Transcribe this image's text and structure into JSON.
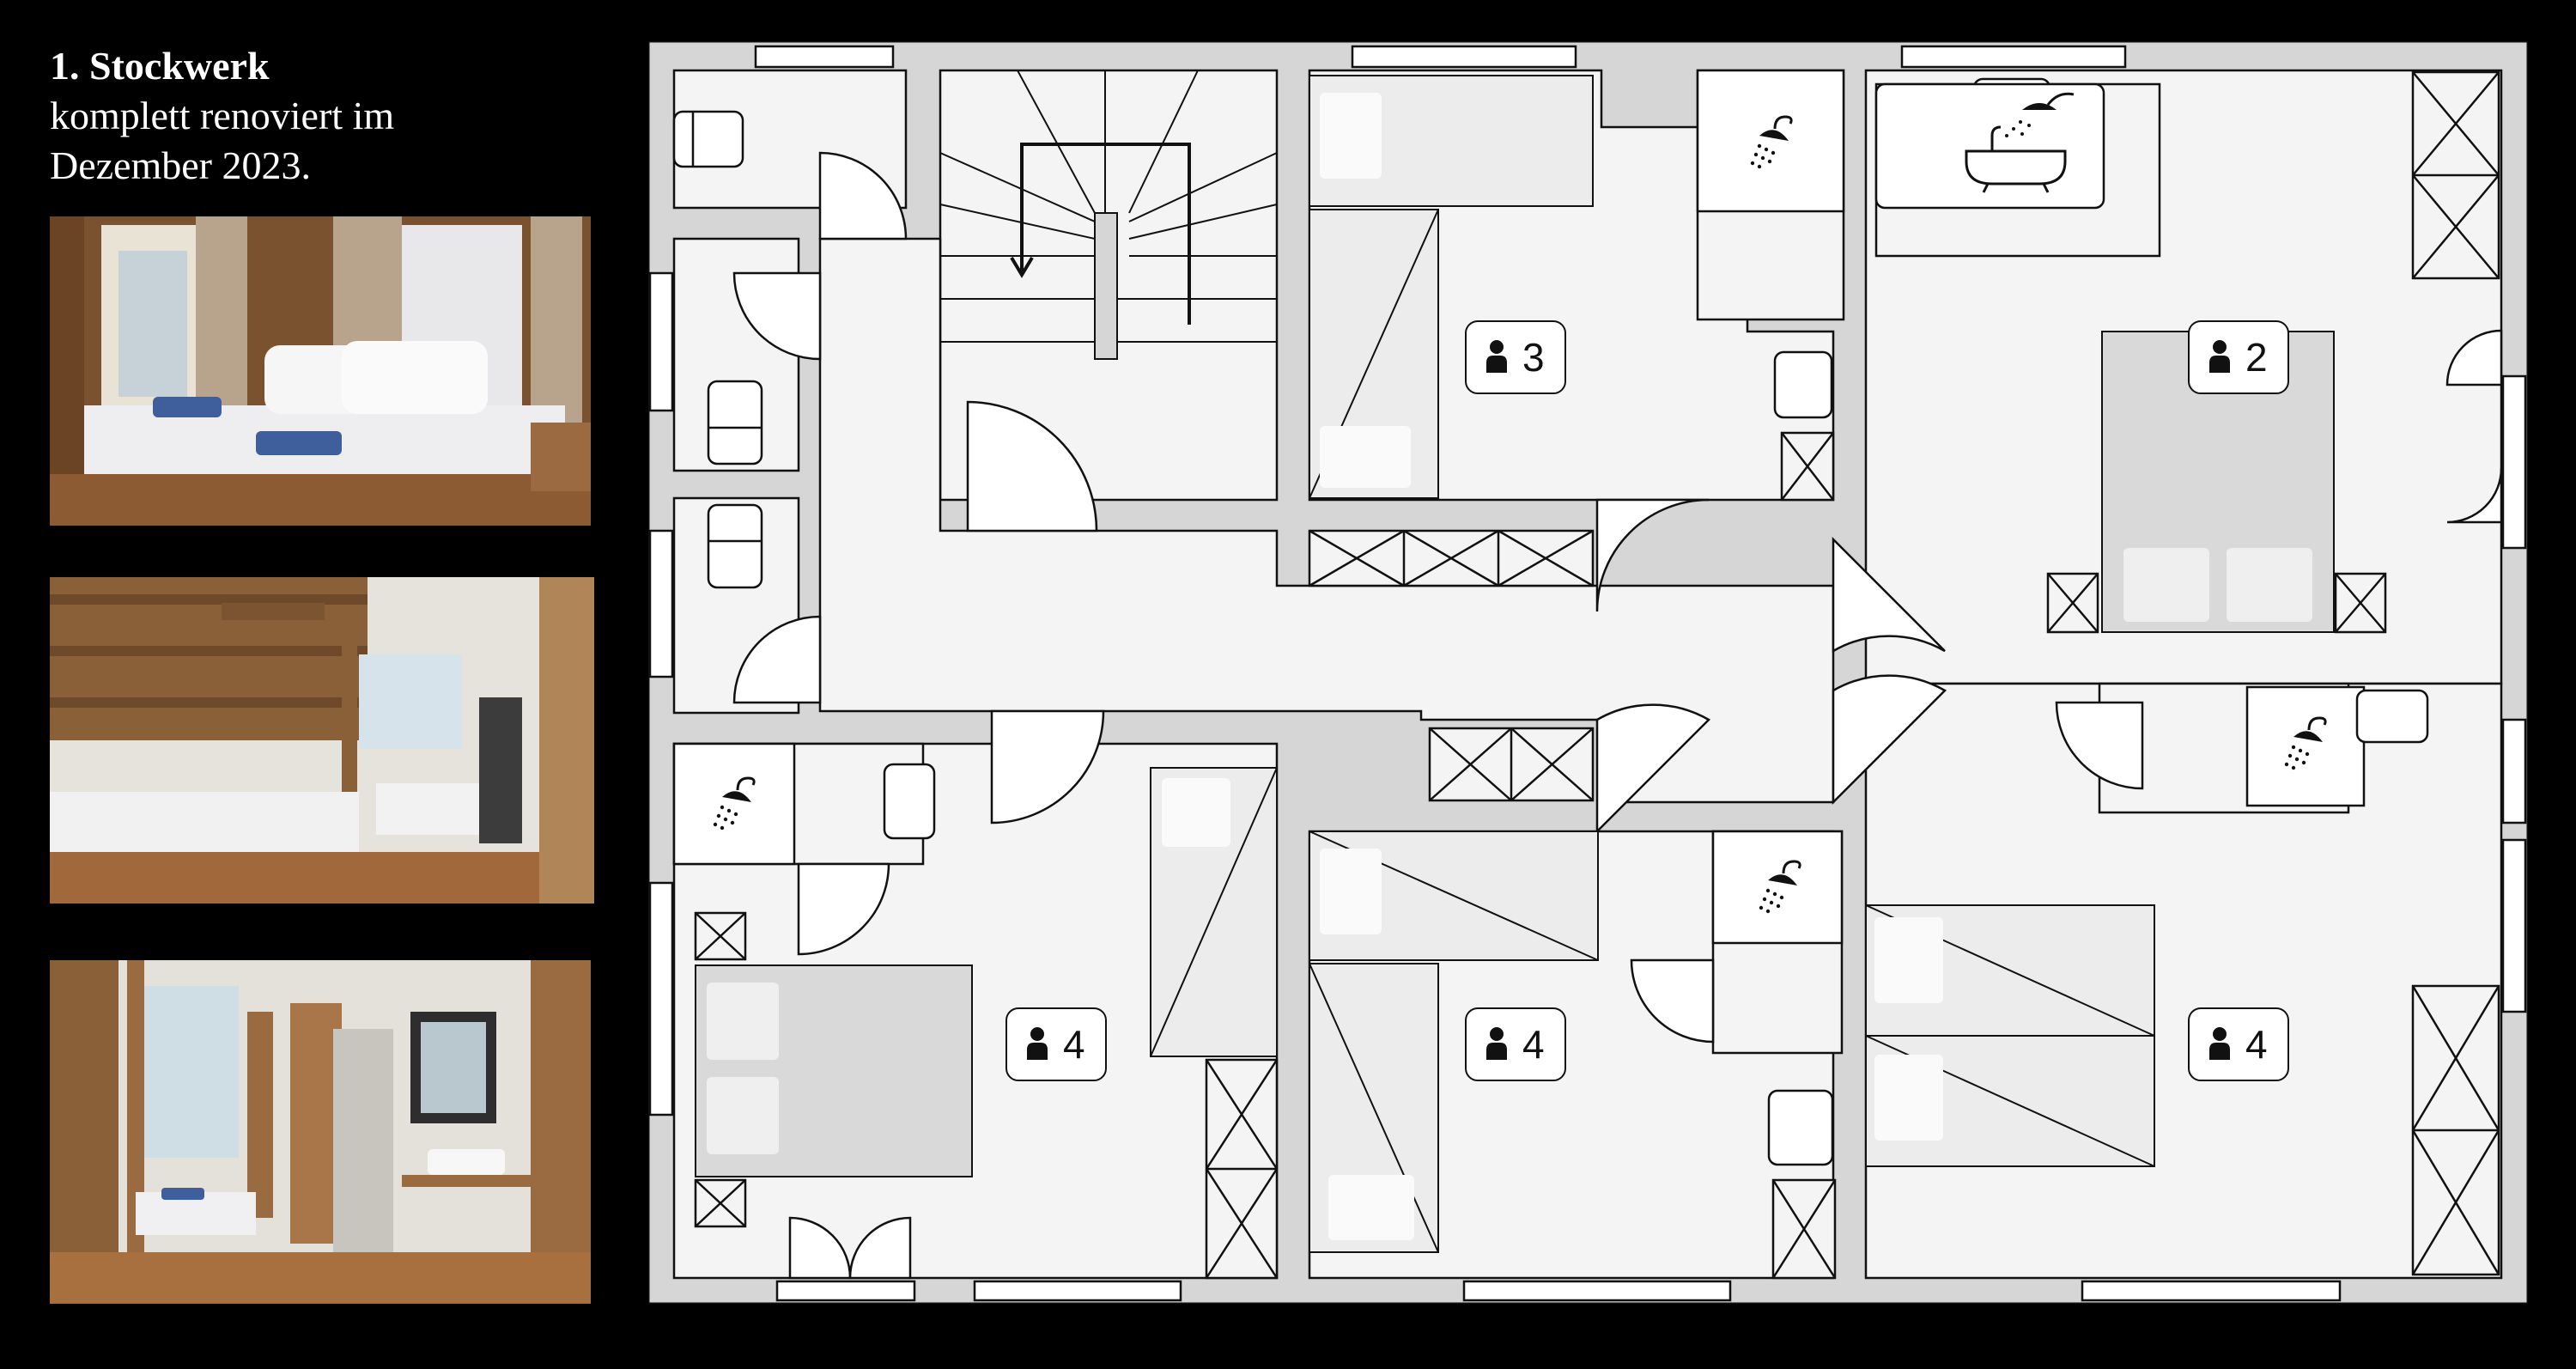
{
  "heading": {
    "title": "1. Stockwerk",
    "line1": "komplett renoviert im",
    "line2": "Dezember 2023."
  },
  "photos": [
    {
      "subject": "double-bed-bedroom"
    },
    {
      "subject": "bunk-bed-bedroom"
    },
    {
      "subject": "bedroom-with-bathroom"
    }
  ],
  "floorplan": {
    "rooms": [
      {
        "name": "room-north-center",
        "occupancy": "3"
      },
      {
        "name": "room-north-east",
        "occupancy": "2"
      },
      {
        "name": "room-south-west",
        "occupancy": "4"
      },
      {
        "name": "room-south-center",
        "occupancy": "4"
      },
      {
        "name": "room-south-east",
        "occupancy": "4"
      }
    ],
    "icons": [
      "person-icon",
      "shower-icon",
      "bathtub-icon",
      "toilet-icon",
      "door-icon",
      "window-icon",
      "stairs-icon",
      "wardrobe-icon",
      "bed-icon"
    ],
    "colors": {
      "wall": "#d6d6d6",
      "floor": "#f4f4f4",
      "bed": "#d9d9d9",
      "line": "#111111"
    }
  }
}
